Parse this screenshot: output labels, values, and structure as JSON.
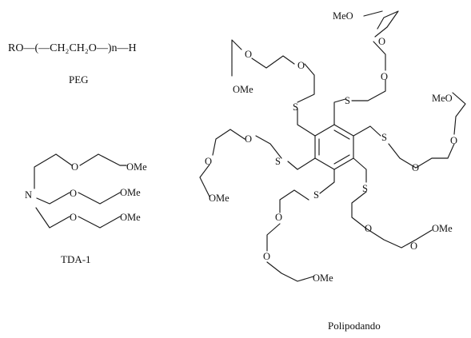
{
  "peg": {
    "formula": "RO—(—CH₂CH₂O—)n—H",
    "caption": "PEG"
  },
  "tda": {
    "caption": "TDA-1",
    "nitrogen": "N",
    "oxygen": "O",
    "methoxy": "OMe"
  },
  "podand": {
    "caption": "Polipodando",
    "sulfur": "S",
    "oxygen": "O",
    "methoxy": "OMe",
    "methoxy_alt": "MeO"
  }
}
